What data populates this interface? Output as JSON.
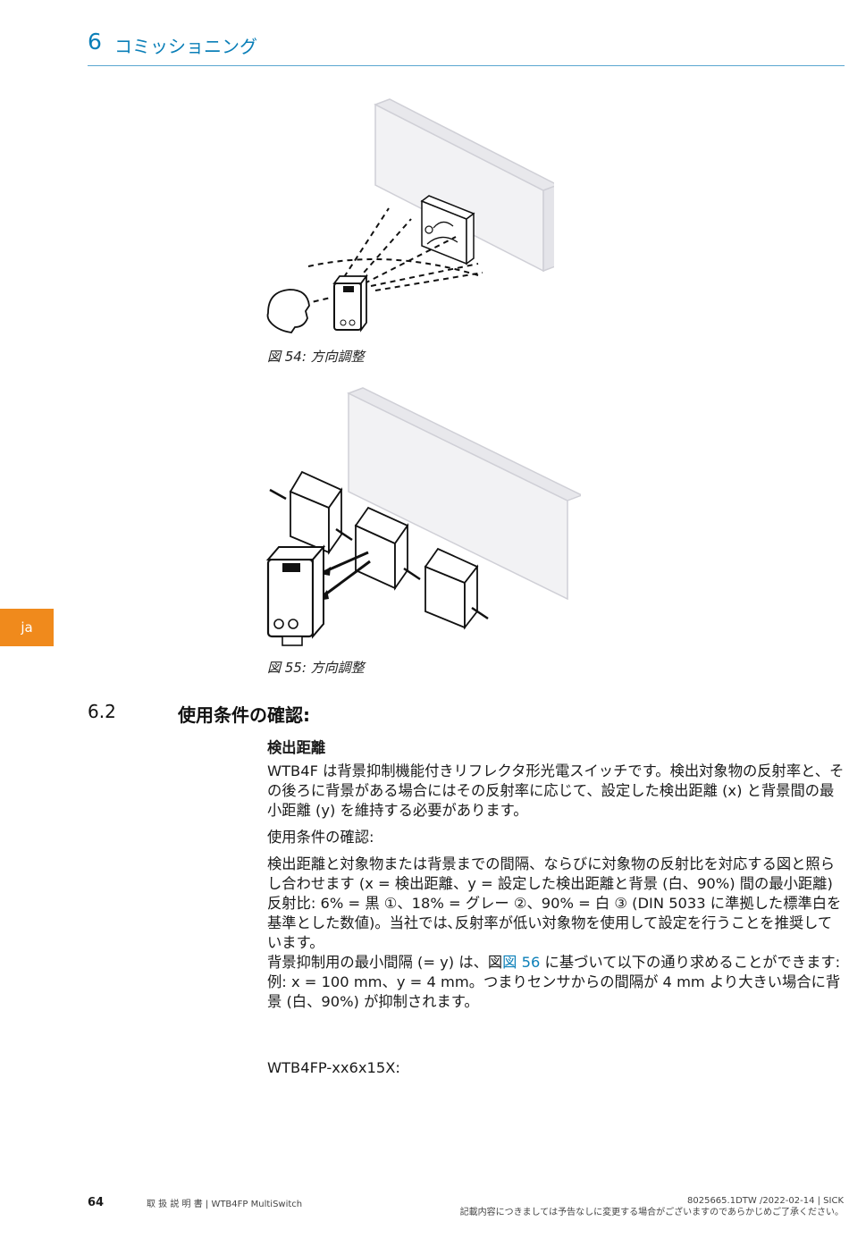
{
  "header": {
    "chapter_number": "6",
    "chapter_title": "コミッショニング"
  },
  "side_tab": {
    "label": "ja"
  },
  "figures": [
    {
      "caption": "図 54: 方向調整"
    },
    {
      "caption": "図 55: 方向調整"
    }
  ],
  "section": {
    "number": "6.2",
    "title": "使用条件の確認:",
    "subheading": "検出距離",
    "para1": "WTB4F は背景抑制機能付きリフレクタ形光電スイッチです。検出対象物の反射率と、その後ろに背景がある場合にはその反射率に応じて、設定した検出距離 (x) と背景間の最小距離 (y) を維持する必要があります。",
    "para2": "使用条件の確認:",
    "para3": "検出距離と対象物または背景までの間隔、ならびに対象物の反射比を対応する図と照らし合わせます (x = 検出距離、y = 設定した検出距離と背景 (白、90%) 間の最小距離) 反射比: 6% = 黒 ①、18% = グレー ②、90% = 白 ③ (DIN 5033 に準拠した標準白を基準とした数値)。当社では､反射率が低い対象物を使用して設定を行うことを推奨しています。",
    "para4_before": "背景抑制用の最小間隔 (= y) は、図",
    "para4_link": "図 56",
    "para4_after": " に基づいて以下の通り求めることができます:",
    "para5": "例: x = 100 mm、y = 4 mm。つまりセンサからの間隔が 4 mm より大きい場合に背景 (白、90%) が抑制されます。",
    "model_label": "WTB4FP-xx6x15X:"
  },
  "footer": {
    "page_number": "64",
    "doc_title": "取 扱 説 明 書 | WTB4FP MultiSwitch",
    "doc_id": "8025665.1DTW /2022-02-14 | SICK",
    "disclaimer": "記載内容につきましては予告なしに変更する場合がございますのであらかじめご了承ください。"
  }
}
